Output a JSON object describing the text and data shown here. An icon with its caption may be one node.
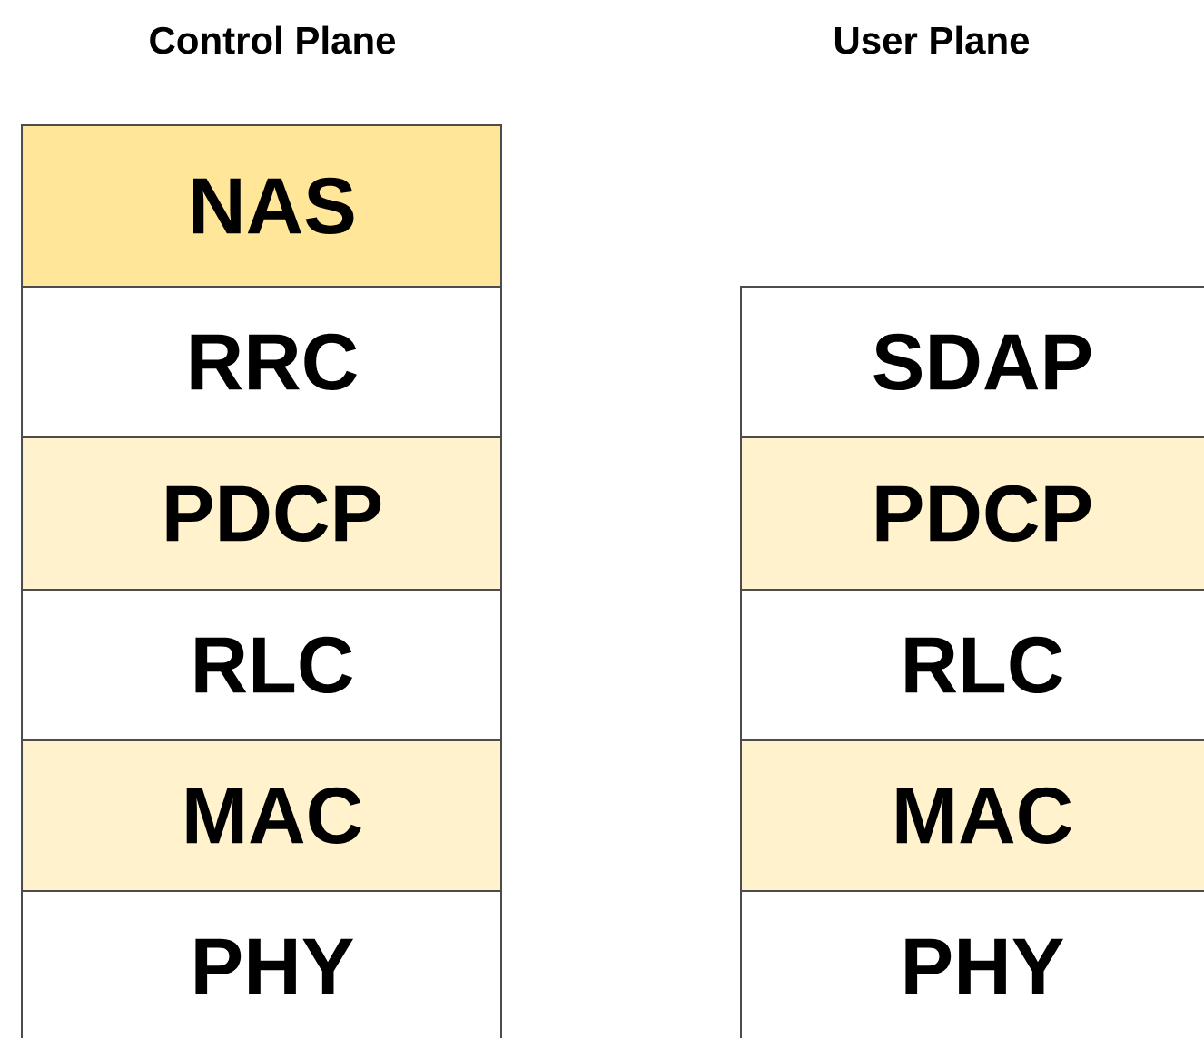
{
  "diagram": {
    "nodes": [
      {
        "text": [
          "NAS"
        ]
      },
      {
        "text": [
          "RRC"
        ]
      },
      {
        "text": [
          "PDCP"
        ]
      },
      {
        "text": [
          "RLC"
        ]
      },
      {
        "text": [
          "MAC"
        ]
      },
      {
        "text": [
          "PHY"
        ]
      },
      {
        "text": [
          "SDAP"
        ]
      },
      {
        "text": [
          "PDCP"
        ]
      },
      {
        "text": [
          "RLC"
        ]
      },
      {
        "text": [
          "MAC"
        ]
      },
      {
        "text": [
          "PHY"
        ]
      }
    ],
    "labels": [
      "Control Plane",
      "User Plane"
    ]
  }
}
